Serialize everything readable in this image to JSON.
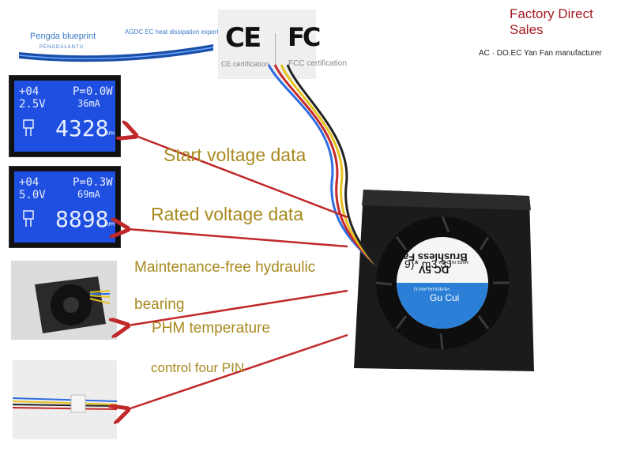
{
  "brand": {
    "name": "Pengda blueprint",
    "sub": "PENGDALANTU",
    "slogan": "AGDC EC heat dissipation expert!"
  },
  "certifications": {
    "ce_logo": "CE",
    "fcc_logo": "FC",
    "ce_label": "CE certification",
    "fcc_label": "FCC certification"
  },
  "header_right": {
    "factory_direct": "Factory Direct Sales",
    "manufacturer": "AC · DO.EC Yan Fan manufacturer"
  },
  "lcd_start": {
    "line1_left": "+04",
    "line1_right": "P=0.0W",
    "line2_left": "2.5V",
    "line2_right": "36mA",
    "rpm": "4328",
    "unit": "RPM"
  },
  "lcd_rated": {
    "line1_left": "+04",
    "line1_right": "P=0.3W",
    "line2_left": "5.0V",
    "line2_right": "69mA",
    "rpm": "8898",
    "unit": "RPM"
  },
  "features": {
    "start_voltage": "Start voltage data",
    "rated_voltage": "Rated voltage data",
    "hydraulic": "Maintenance-free hydraulic",
    "bearing": "bearing",
    "phm": "PHM temperature",
    "pin": "control four PIN"
  },
  "fan_label": {
    "title": "Brushless Fan",
    "voltage": "DC 5V",
    "brand": "PENGDALANTU",
    "brand_cn": "Gu Cui",
    "code": "9)* m3 3J",
    "made_in": "MADE IN CHINA"
  },
  "colors": {
    "accent_red": "#a51c24",
    "feature_text": "#a88a1e",
    "lcd_blue": "#1e4fe0",
    "arrow": "#c0282a"
  },
  "icons": [
    "temperature-probe-icon",
    "arrow-icon"
  ]
}
